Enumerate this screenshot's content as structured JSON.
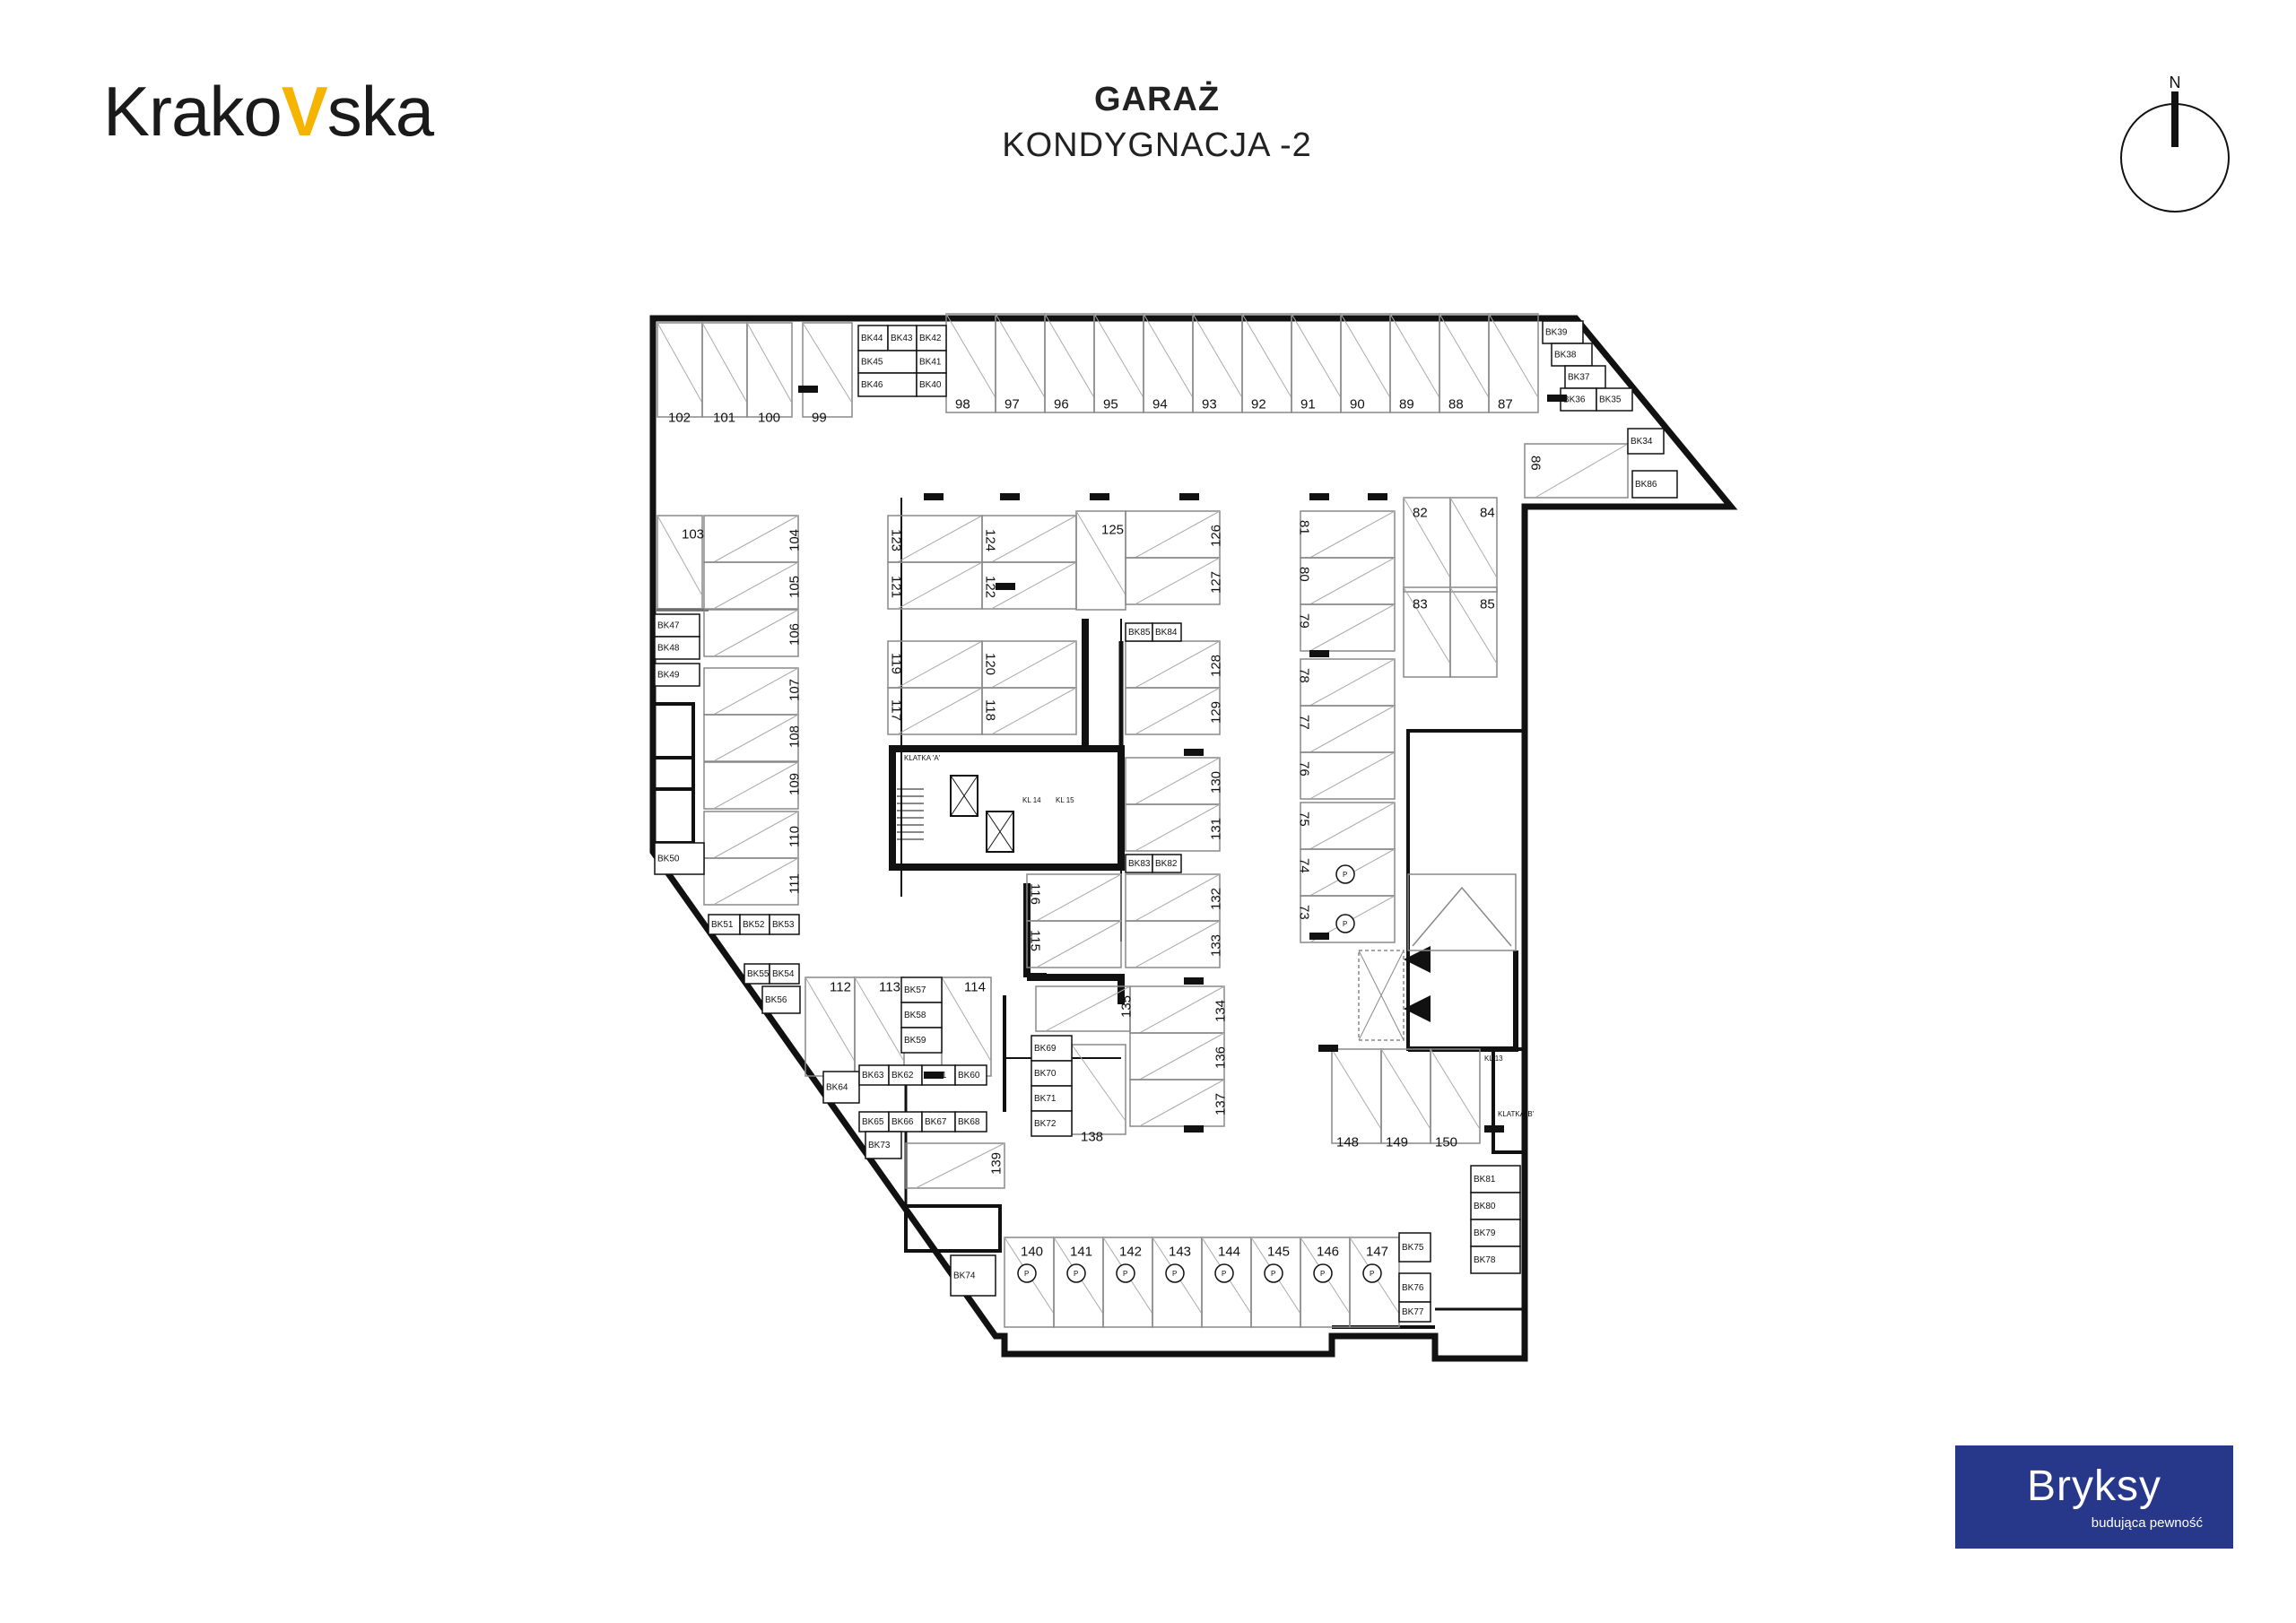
{
  "logo": {
    "part1": "Krako",
    "part2": "V",
    "part3": "ska"
  },
  "header": {
    "title": "GARAŻ",
    "subtitle": "KONDYGNACJA -2"
  },
  "compass": {
    "label": "N"
  },
  "brand": {
    "name": "Bryksy",
    "tagline": "budująca pewność"
  },
  "plan": {
    "parking_spots": [
      "102",
      "101",
      "100",
      "99",
      "98",
      "97",
      "96",
      "95",
      "94",
      "93",
      "92",
      "91",
      "90",
      "89",
      "88",
      "87",
      "86",
      "103",
      "104",
      "105",
      "106",
      "107",
      "108",
      "109",
      "110",
      "111",
      "123",
      "124",
      "121",
      "122",
      "125",
      "126",
      "127",
      "119",
      "120",
      "117",
      "118",
      "128",
      "129",
      "130",
      "131",
      "116",
      "115",
      "132",
      "133",
      "134",
      "135",
      "136",
      "137",
      "138",
      "139",
      "112",
      "113",
      "114",
      "81",
      "80",
      "79",
      "78",
      "77",
      "76",
      "75",
      "74",
      "73",
      "82",
      "84",
      "83",
      "85",
      "140",
      "141",
      "142",
      "143",
      "144",
      "145",
      "146",
      "147",
      "148",
      "149",
      "150"
    ],
    "storage_units": [
      "BK44",
      "BK43",
      "BK42",
      "BK45",
      "BK41",
      "BK46",
      "BK40",
      "BK39",
      "BK38",
      "BK37",
      "BK36",
      "BK35",
      "BK34",
      "BK86",
      "BK47",
      "BK48",
      "BK49",
      "BK50",
      "BK51",
      "BK52",
      "BK53",
      "BK55",
      "BK54",
      "BK56",
      "BK57",
      "BK58",
      "BK59",
      "BK64",
      "BK63",
      "BK62",
      "BK61",
      "BK60",
      "BK65",
      "BK66",
      "BK67",
      "BK68",
      "BK73",
      "BK74",
      "BK85",
      "BK84",
      "BK83",
      "BK82",
      "BK69",
      "BK70",
      "BK71",
      "BK72",
      "BK75",
      "BK76",
      "BK77",
      "BK81",
      "BK80",
      "BK79",
      "BK78"
    ],
    "rooms": [
      "KLATKA 'A'",
      "KL 14",
      "KL 15",
      "KL 13",
      "KLATKA 'B'"
    ],
    "ev_symbol": "P"
  }
}
